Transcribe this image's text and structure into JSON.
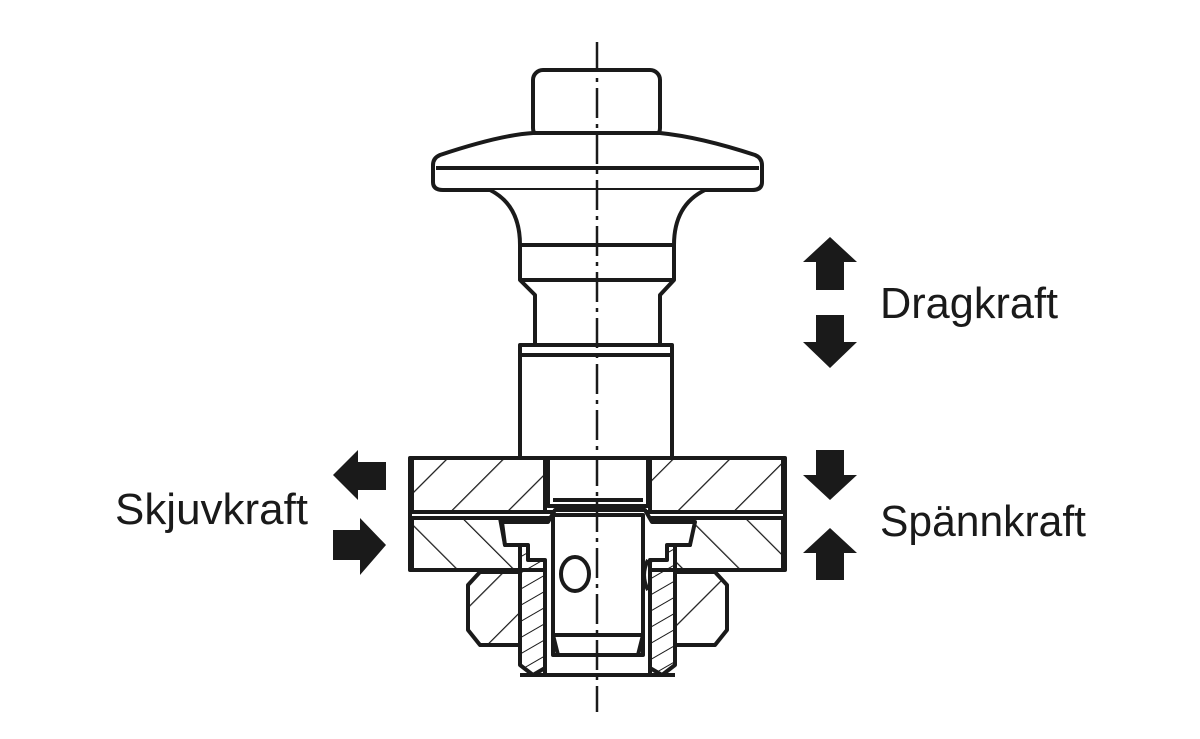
{
  "labels": {
    "pull_force": "Dragkraft",
    "shear_force": "Skjuvkraft",
    "clamp_force": "Spännkraft"
  },
  "colors": {
    "line": "#1a1a1a",
    "background": "#ffffff"
  }
}
